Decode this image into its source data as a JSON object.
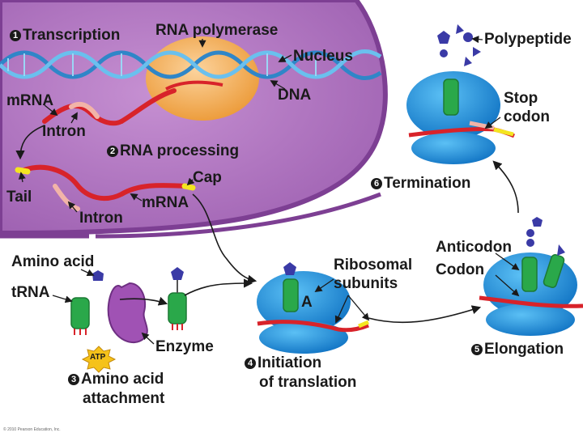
{
  "steps": {
    "s1": {
      "number": "1",
      "label": "Transcription"
    },
    "s2": {
      "number": "2",
      "label": "RNA processing"
    },
    "s3": {
      "number": "3",
      "line1": "Amino acid",
      "line2": "attachment"
    },
    "s4": {
      "number": "4",
      "line1": "Initiation",
      "line2": "of translation"
    },
    "s5": {
      "number": "5",
      "label": "Elongation"
    },
    "s6": {
      "number": "6",
      "label": "Termination"
    }
  },
  "labels": {
    "rna_polymerase": "RNA polymerase",
    "nucleus": "Nucleus",
    "dna": "DNA",
    "mrna_top": "mRNA",
    "intron_top": "Intron",
    "cap": "Cap",
    "tail": "Tail",
    "mrna_mid": "mRNA",
    "intron_mid": "Intron",
    "amino_acid": "Amino acid",
    "trna": "tRNA",
    "enzyme": "Enzyme",
    "atp": "ATP",
    "ribosomal_line1": "Ribosomal",
    "ribosomal_line2": "subunits",
    "site_a": "A",
    "anticodon": "Anticodon",
    "codon": "Codon",
    "polypeptide": "Polypeptide",
    "stop_line1": "Stop",
    "stop_line2": "codon"
  },
  "copyright": "© 2010 Pearson Education, Inc.",
  "colors": {
    "cytoplasm": "#ffffff",
    "nucleus_fill": "#b078c0",
    "nucleus_border": "#7d3f93",
    "dna": "#2f86c8",
    "polymerase": "#f0a23c",
    "mrna": "#d8232a",
    "intron": "#f2b4a8",
    "cap": "#f4e520",
    "ribosome": "#1f8fd8",
    "trna": "#2aa84a",
    "enzyme": "#a052b4",
    "amino_acid": "#3a3aa6",
    "atp": "#f5c21a"
  }
}
